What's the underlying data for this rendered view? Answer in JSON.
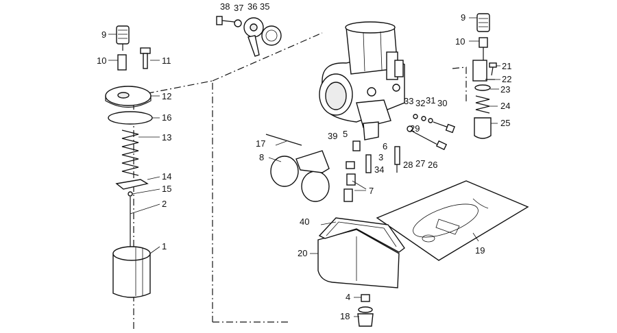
{
  "part_numbers": {
    "p1": "1",
    "p2": "2",
    "p3": "3",
    "p4": "4",
    "p5": "5",
    "p6": "6",
    "p7": "7",
    "p8": "8",
    "p9_left": "9",
    "p9_right": "9",
    "p10_left": "10",
    "p10_right": "10",
    "p11": "11",
    "p12": "12",
    "p13": "13",
    "p14": "14",
    "p15": "15",
    "p16": "16",
    "p17": "17",
    "p18": "18",
    "p19": "19",
    "p20": "20",
    "p21": "21",
    "p22": "22",
    "p23": "23",
    "p24": "24",
    "p25": "25",
    "p26": "26",
    "p27": "27",
    "p28": "28",
    "p29": "29",
    "p30": "30",
    "p31": "31",
    "p32": "32",
    "p33": "33",
    "p34": "34",
    "p35": "35",
    "p36": "36",
    "p37": "37",
    "p38": "38",
    "p39": "39",
    "p40": "40"
  }
}
